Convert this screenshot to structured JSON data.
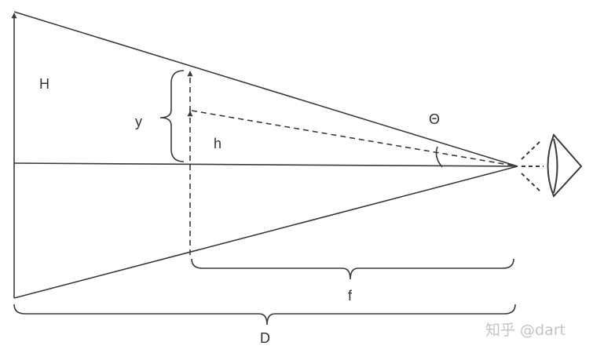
{
  "labels": {
    "H": "H",
    "y": "y",
    "h": "h",
    "theta": "Θ",
    "f": "f",
    "D": "D"
  },
  "watermark": "知乎 @dart",
  "colors": {
    "line": "#3a3a3a",
    "label": "#333333",
    "watermark": "#c4c4c4",
    "background": "#ffffff"
  },
  "icons": {
    "observer": "eye-icon"
  }
}
